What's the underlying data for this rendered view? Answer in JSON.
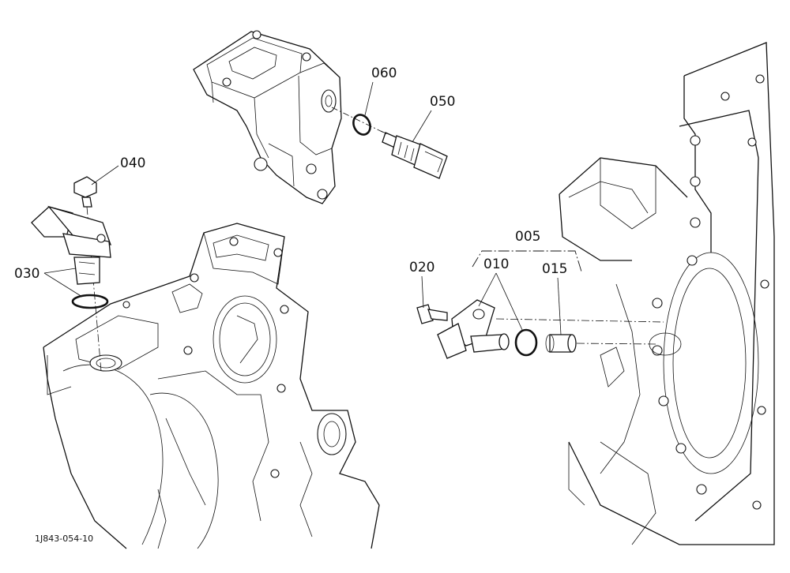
{
  "callouts": {
    "p005": "005",
    "p010": "010",
    "p015": "015",
    "p020": "020",
    "p030": "030",
    "p040": "040",
    "p050": "050",
    "p060": "060"
  },
  "document_id": "1J843-054-10"
}
